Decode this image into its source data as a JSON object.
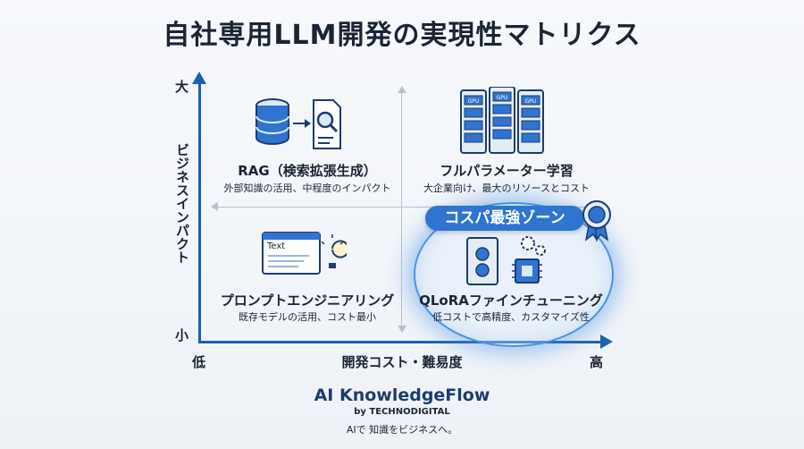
{
  "title": "自社専用LLM開発の実現性マトリクス",
  "axes": {
    "y_label": "ビジネスインパクト",
    "y_high": "大",
    "y_low": "小",
    "x_label": "開発コスト・難易度",
    "x_low": "低",
    "x_high": "高"
  },
  "quadrants": {
    "top_left": {
      "title": "RAG（検索拡張生成）",
      "desc": "外部知識の活用、中程度のインパクト"
    },
    "top_right": {
      "title": "フルパラメーター学習",
      "desc": "大企業向け、最大のリソースとコスト"
    },
    "bottom_left": {
      "title": "プロンプトエンジニアリング",
      "desc": "既存モデルの活用、コスト最小",
      "icon_text": "Text"
    },
    "bottom_right": {
      "title": "QLoRAファインチューニング",
      "desc": "低コストで高精度、カスタマイズ性"
    }
  },
  "highlight_badge": "コスパ最強ゾーン",
  "gpu_label": "GPU",
  "brand": {
    "name": "AI KnowledgeFlow",
    "by": "by TECHNODIGITAL",
    "tagline": "AIで 知識をビジネスへ。"
  },
  "colors": {
    "accent": "#1d5fb3",
    "badge": "#2f74d0",
    "text": "#1a2433"
  }
}
